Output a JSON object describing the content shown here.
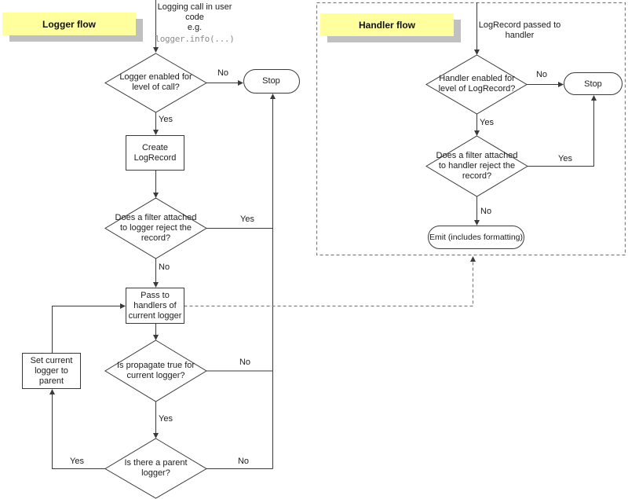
{
  "colors": {
    "sticky_yellow": "#FFFF9E",
    "sticky_shadow": "#C0C0C0",
    "line": "#3A3A3A",
    "dashed": "#7F7F7F",
    "code_text": "#8C8C8C"
  },
  "labels": {
    "yes": "Yes",
    "no": "No"
  },
  "logger_flow": {
    "title": "Logger flow",
    "entry_text": "Logging call in user\ncode\ne.g.",
    "entry_code": "logger.info(...)",
    "decision_level": "Logger enabled for\nlevel of call?",
    "stop": "Stop",
    "create_record": "Create\nLogRecord",
    "decision_filter": "Does a filter attached\nto logger reject the\nrecord?",
    "pass_handlers": "Pass to\nhandlers of\ncurrent logger",
    "decision_propagate": "Is propagate true for\ncurrent logger?",
    "set_parent": "Set current\nlogger to parent",
    "decision_parent": "Is there a parent\nlogger?"
  },
  "handler_flow": {
    "title": "Handler flow",
    "entry_text": "LogRecord passed to\nhandler",
    "decision_level": "Handler enabled for\nlevel of LogRecord?",
    "stop": "Stop",
    "decision_filter": "Does a filter attached\nto handler reject the\nrecord?",
    "emit": "Emit (includes formatting)"
  }
}
